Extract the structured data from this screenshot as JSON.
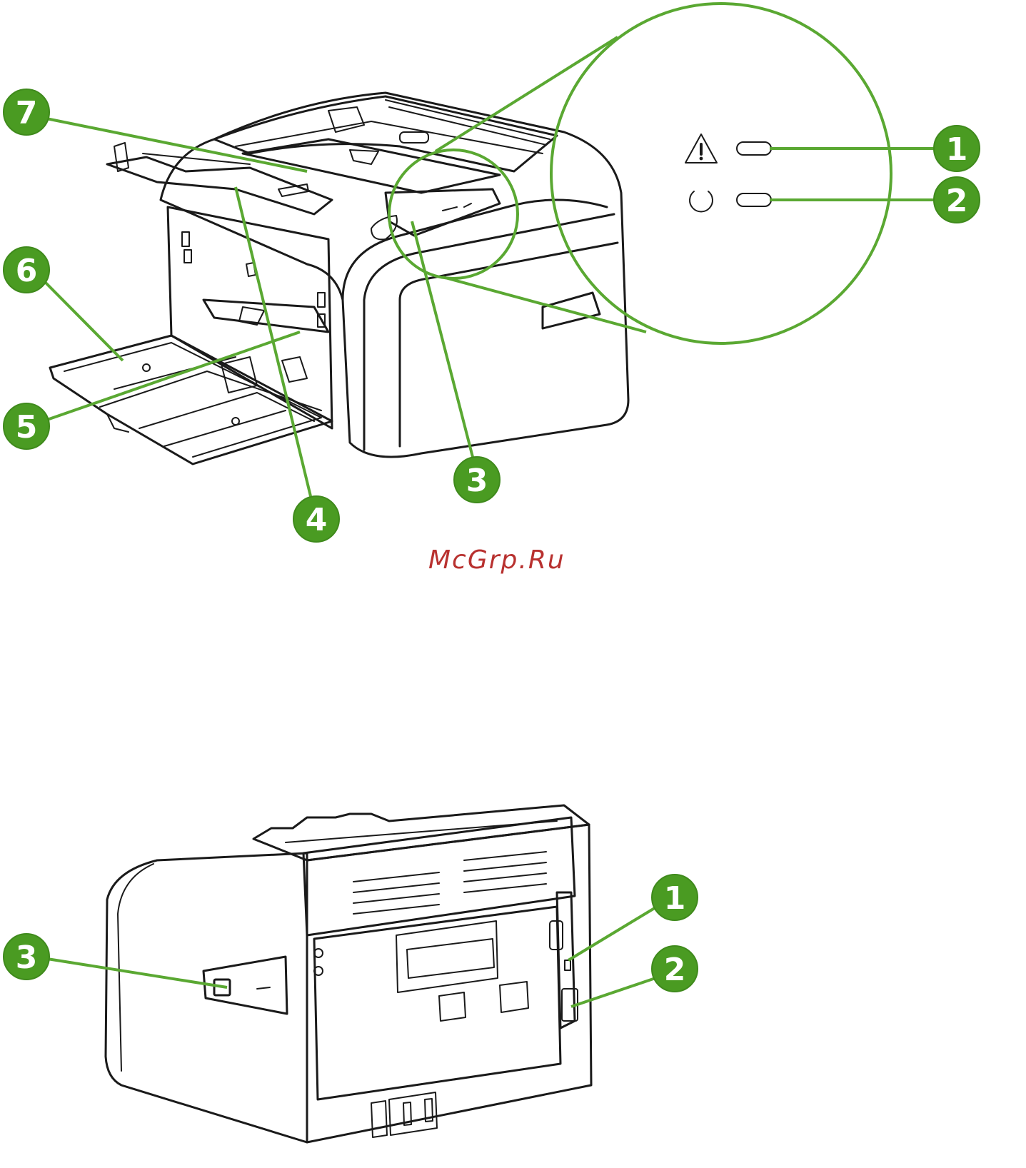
{
  "colors": {
    "callout": "#4a9b22",
    "leader": "#5aa832",
    "watermark": "#b8312f",
    "line_art": "#1a1a1a"
  },
  "watermark": "McGrp.Ru",
  "front_view": {
    "callouts": [
      {
        "id": "1",
        "label": "1"
      },
      {
        "id": "2",
        "label": "2"
      },
      {
        "id": "3",
        "label": "3"
      },
      {
        "id": "4",
        "label": "4"
      },
      {
        "id": "5",
        "label": "5"
      },
      {
        "id": "6",
        "label": "6"
      },
      {
        "id": "7",
        "label": "7"
      }
    ],
    "zoom_icons": [
      "attention-triangle-icon",
      "power-ready-icon"
    ]
  },
  "rear_view": {
    "callouts": [
      {
        "id": "1",
        "label": "1"
      },
      {
        "id": "2",
        "label": "2"
      },
      {
        "id": "3",
        "label": "3"
      }
    ]
  }
}
